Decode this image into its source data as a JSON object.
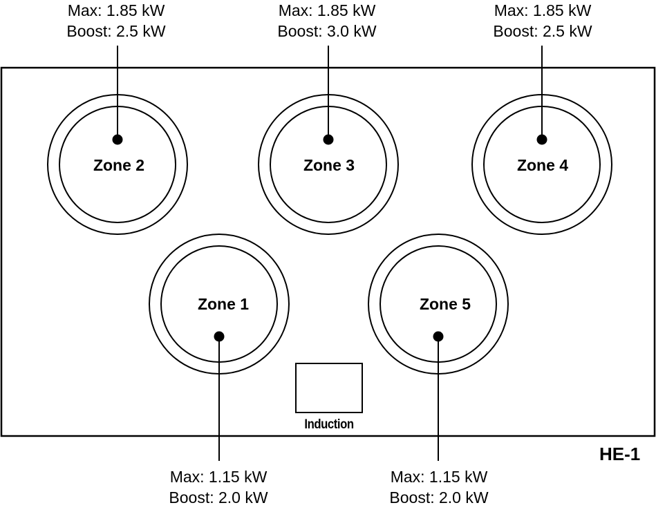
{
  "model": "HE-1",
  "panel_label": "Induction",
  "zones": [
    {
      "id": "zone-2",
      "name": "Zone 2",
      "max": "Max: 1.85 kW",
      "boost": "Boost: 2.5 kW"
    },
    {
      "id": "zone-3",
      "name": "Zone 3",
      "max": "Max: 1.85 kW",
      "boost": "Boost: 3.0 kW"
    },
    {
      "id": "zone-4",
      "name": "Zone 4",
      "max": "Max: 1.85 kW",
      "boost": "Boost: 2.5 kW"
    },
    {
      "id": "zone-1",
      "name": "Zone 1",
      "max": "Max: 1.15 kW",
      "boost": "Boost: 2.0 kW"
    },
    {
      "id": "zone-5",
      "name": "Zone 5",
      "max": "Max: 1.15 kW",
      "boost": "Boost: 2.0 kW"
    }
  ],
  "colors": {
    "stroke": "#000000",
    "background": "#ffffff"
  }
}
